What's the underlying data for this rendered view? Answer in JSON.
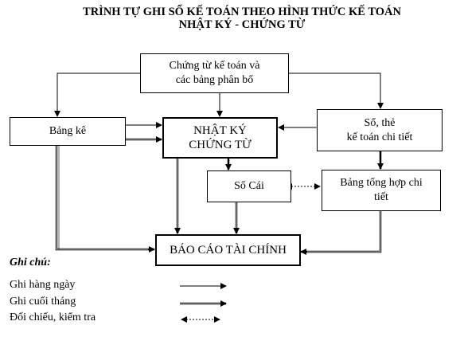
{
  "title": {
    "line1": "TRÌNH TỰ GHI SỔ KẾ TOÁN THEO HÌNH THỨC KẾ TOÁN",
    "line2": "NHẬT KÝ - CHỨNG TỪ"
  },
  "boxes": {
    "chung_tu": {
      "line1": "Chứng từ kế toán và",
      "line2": "các bảng phân bổ"
    },
    "bang_ke": {
      "line1": "Bảng kê"
    },
    "nhat_ky": {
      "line1": "NHẬT KÝ",
      "line2": "CHỨNG TỪ"
    },
    "so_the": {
      "line1": "Sổ, thẻ",
      "line2": "kế toán chi tiết"
    },
    "so_cai": {
      "line1": "Sổ Cái"
    },
    "bang_tong_hop": {
      "line1": "Bảng tổng hợp chi",
      "line2": "tiết"
    },
    "bao_cao": {
      "line1": "BÁO CÁO TÀI CHÍNH"
    }
  },
  "legend": {
    "title": "Ghi chú:",
    "items": [
      {
        "label": "Ghi hàng ngày",
        "style": "thin"
      },
      {
        "label": "Ghi cuối tháng",
        "style": "double"
      },
      {
        "label": "Đối chiếu, kiểm tra",
        "style": "dotted"
      }
    ]
  }
}
